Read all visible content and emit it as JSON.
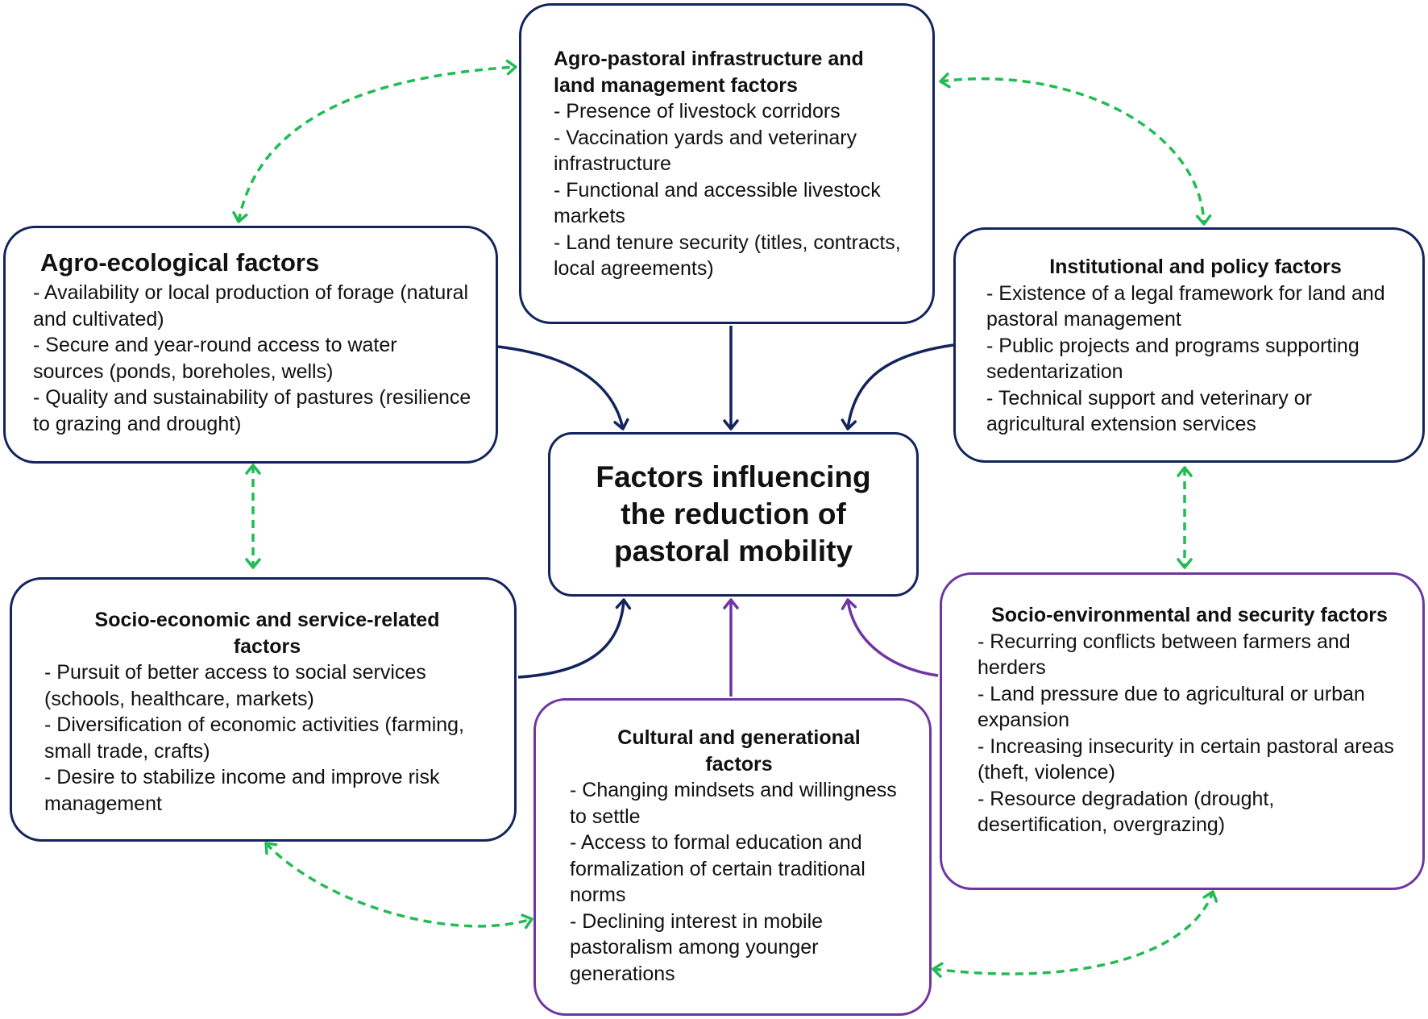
{
  "colors": {
    "navy": "#13245c",
    "purple": "#6f35a2",
    "green_dashed": "#22bb55"
  },
  "center": {
    "title": "Factors influencing the reduction of pastoral mobility"
  },
  "boxes": {
    "agro_pastoral": {
      "title": "Agro-pastoral infrastructure and land management factors",
      "items": [
        "- Presence of livestock corridors",
        "- Vaccination yards and veterinary infrastructure",
        "- Functional and accessible livestock markets",
        "- Land tenure security (titles, contracts, local agreements)"
      ]
    },
    "agro_ecological": {
      "title": "Agro-ecological factors",
      "items": [
        "- Availability or local production of forage (natural and cultivated)",
        "- Secure and year-round access to water sources (ponds, boreholes, wells)",
        "- Quality and sustainability of pastures (resilience to grazing and drought)"
      ]
    },
    "institutional": {
      "title": "Institutional and policy factors",
      "items": [
        "- Existence of a legal framework for land and pastoral management",
        "- Public projects and programs supporting sedentarization",
        "- Technical support and veterinary or agricultural extension services"
      ]
    },
    "socio_economic": {
      "title": "Socio-economic and service-related factors",
      "items": [
        "- Pursuit of better access to social services (schools, healthcare, markets)",
        "- Diversification of economic activities (farming, small trade, crafts)",
        "- Desire to stabilize income and improve risk management"
      ]
    },
    "socio_environmental": {
      "title": "Socio-environmental and security factors",
      "items": [
        "- Recurring conflicts between farmers and herders",
        "- Land pressure due to agricultural or urban expansion",
        "- Increasing insecurity in certain pastoral areas (theft, violence)",
        "- Resource degradation (drought, desertification, overgrazing)"
      ]
    },
    "cultural": {
      "title": "Cultural and generational factors",
      "items": [
        "- Changing mindsets and willingness to settle",
        "- Access to formal education and formalization of certain traditional norms",
        "- Declining interest in mobile pastoralism among younger generations"
      ]
    }
  }
}
